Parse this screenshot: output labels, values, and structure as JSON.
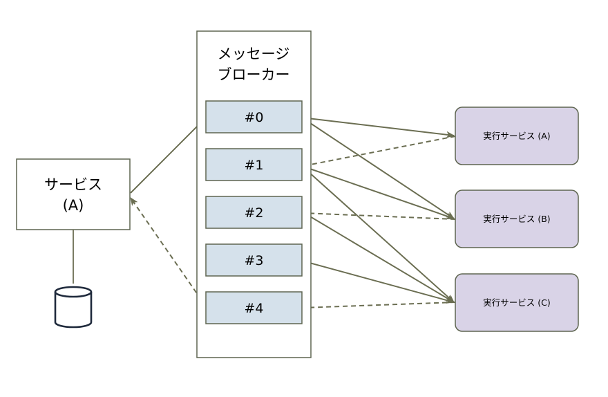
{
  "colors": {
    "line": "#6b6e52",
    "queue_fill": "#d5e1eb",
    "queue_stroke": "#5e6550",
    "exec_fill": "#d9d3e7",
    "exec_stroke": "#5e6550",
    "box_stroke": "#5e6550",
    "db_stroke": "#1f2a3c"
  },
  "service": {
    "label_line1": "サービス",
    "label_line2": "(A)"
  },
  "database": {
    "icon": "database-cylinder-icon"
  },
  "broker": {
    "label_line1": "メッセージ",
    "label_line2": "ブローカー",
    "queues": [
      "#0",
      "#1",
      "#2",
      "#3",
      "#4"
    ]
  },
  "executors": [
    {
      "id": "A",
      "label": "実行サービス (A)"
    },
    {
      "id": "B",
      "label": "実行サービス (B)"
    },
    {
      "id": "C",
      "label": "実行サービス (C)"
    }
  ],
  "connections": [
    {
      "from": "service",
      "to": "queue-0",
      "style": "solid"
    },
    {
      "from": "queue-4",
      "to": "service",
      "style": "dashed"
    },
    {
      "from": "queue-0",
      "to": "exec-A",
      "style": "solid"
    },
    {
      "from": "queue-0",
      "to": "exec-B",
      "style": "solid"
    },
    {
      "from": "queue-1",
      "to": "exec-B",
      "style": "solid"
    },
    {
      "from": "queue-1",
      "to": "exec-C",
      "style": "solid"
    },
    {
      "from": "queue-2",
      "to": "exec-C",
      "style": "solid"
    },
    {
      "from": "queue-3",
      "to": "exec-C",
      "style": "solid"
    },
    {
      "from": "exec-A",
      "to": "queue-1",
      "style": "dashed"
    },
    {
      "from": "exec-B",
      "to": "queue-2",
      "style": "dashed"
    },
    {
      "from": "exec-C",
      "to": "queue-4",
      "style": "dashed"
    }
  ]
}
